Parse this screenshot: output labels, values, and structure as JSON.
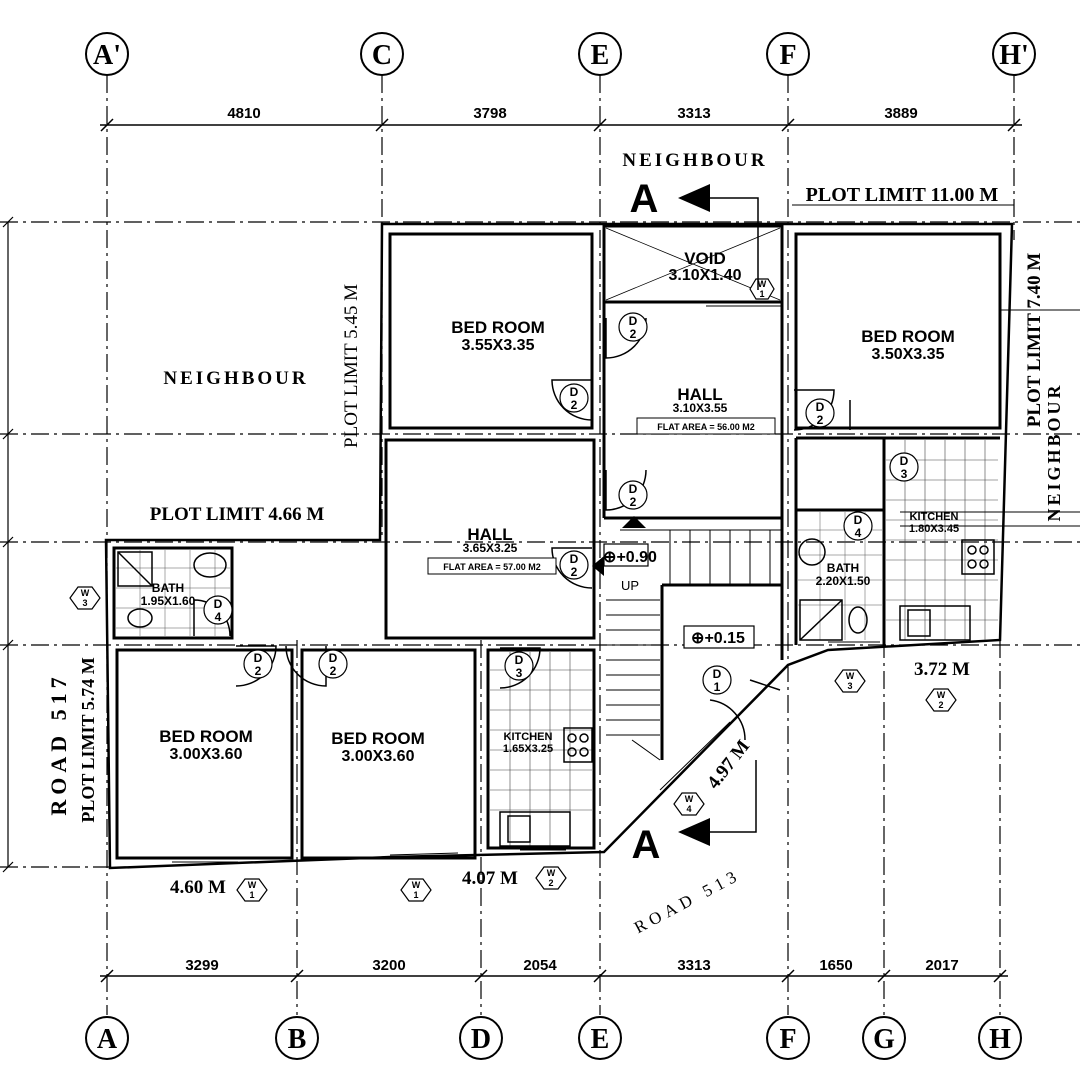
{
  "grid_top": [
    "A'",
    "C",
    "E",
    "F",
    "H'"
  ],
  "grid_bottom": [
    "A",
    "B",
    "D",
    "E",
    "F",
    "G",
    "H"
  ],
  "dims_top": [
    "4810",
    "3798",
    "3313",
    "3889"
  ],
  "dims_bottom": [
    "3299",
    "3200",
    "2054",
    "3313",
    "1650",
    "2017"
  ],
  "labels": {
    "neighbour_top": "NEIGHBOUR",
    "neighbour_left": "NEIGHBOUR",
    "neighbour_right": "NEIGHBOUR",
    "plot_limit_top": "PLOT LIMIT 11.00 M",
    "plot_limit_545": "PLOT LIMIT 5.45 M",
    "plot_limit_466": "PLOT LIMIT 4.66 M",
    "plot_limit_740": "PLOT LIMIT 7.40 M",
    "road_517": "ROAD 517",
    "plot_limit_574": "PLOT LIMIT 5.74 M",
    "road_513": "ROAD 513",
    "section_mark": "A",
    "dim_460": "4.60 M",
    "dim_407": "4.07 M",
    "dim_497": "4.97 M",
    "dim_372": "3.72 M",
    "level_090": "⊕+0.90",
    "level_015": "⊕+0.15",
    "up": "UP"
  },
  "rooms": {
    "void": {
      "name": "VOID",
      "size": "3.10X1.40"
    },
    "bed1": {
      "name": "BED ROOM",
      "size": "3.55X3.35"
    },
    "hall1": {
      "name": "HALL",
      "size": "3.10X3.55",
      "area": "FLAT AREA = 56.00 M2"
    },
    "bed2": {
      "name": "BED ROOM",
      "size": "3.50X3.35"
    },
    "kitchen1": {
      "name": "KITCHEN",
      "size": "1.80X3.45"
    },
    "hall2": {
      "name": "HALL",
      "size": "3.65X3.25",
      "area": "FLAT AREA = 57.00 M2"
    },
    "bath1": {
      "name": "BATH",
      "size": "1.95X1.60"
    },
    "bath2": {
      "name": "BATH",
      "size": "2.20X1.50"
    },
    "bed3": {
      "name": "BED ROOM",
      "size": "3.00X3.60"
    },
    "bed4": {
      "name": "BED ROOM",
      "size": "3.00X3.60"
    },
    "kitchen2": {
      "name": "KITCHEN",
      "size": "1.65X3.25"
    }
  },
  "doors": {
    "d1": "D",
    "d1n": "1",
    "d2": "D",
    "d2n": "2",
    "d3": "D",
    "d3n": "3",
    "d4": "D",
    "d4n": "4"
  },
  "windows": {
    "w": "W",
    "w1": "1",
    "w2": "2",
    "w3": "3",
    "w4": "4"
  }
}
